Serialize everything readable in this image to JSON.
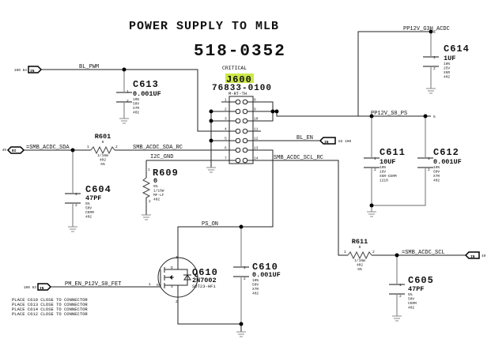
{
  "title": "POWER SUPPLY TO MLB",
  "part_number": "518-0352",
  "connector": {
    "critical": "CRITICAL",
    "ref": "J600",
    "part": "76833-0100",
    "type": "M-RT-TH",
    "pins_left": [
      "1",
      "2",
      "3",
      "4",
      "5",
      "6",
      "7"
    ],
    "pins_right": [
      "8",
      "9",
      "10",
      "11",
      "12",
      "13",
      "14"
    ],
    "highlight_color": "#cde84a"
  },
  "nets": {
    "bl_pwm": "BL_PWM",
    "bl_en": "BL_EN",
    "smb_sda": "=SMB_ACDC_SDA",
    "smb_sda_rc": "SMB_ACDC_SDA_RC",
    "i2c_gnd": "I2C_GND",
    "smb_scl_rc": "SMB_ACDC_SCL_RC",
    "smb_scl": "=SMB_ACDC_SCL",
    "pp12v_g3h": "PP12V_G3H_ACDC",
    "pp12v_s0": "PP12V_S0_PS",
    "ps_on": "PS_ON",
    "pm_en": "PM_EN_P12V_S0_FET"
  },
  "ports": {
    "bl_pwm": {
      "label": "IN",
      "ref": "100 84"
    },
    "bl_en": {
      "label": "IN",
      "ref": "82 100"
    },
    "smb_sda": {
      "label": "BI",
      "ref": "49"
    },
    "smb_scl": {
      "label": "IN",
      "ref": "49"
    },
    "pm_en": {
      "label": "IN",
      "ref": "100 63"
    },
    "pp12v_g3h_ref": "6",
    "pp12v_s0_ref": "6"
  },
  "components": {
    "C613": {
      "ref": "C613",
      "value": "0.001UF",
      "specs": [
        "10%",
        "50V",
        "X7R",
        "402"
      ]
    },
    "C614": {
      "ref": "C614",
      "value": "1UF",
      "specs": [
        "10%",
        "25V",
        "X5R",
        "402"
      ]
    },
    "C611": {
      "ref": "C611",
      "value": "10UF",
      "specs": [
        "10%",
        "16V",
        "X5R-CERM",
        "1210"
      ]
    },
    "C612": {
      "ref": "C612",
      "value": "0.001UF",
      "specs": [
        "10%",
        "50V",
        "X7R",
        "402"
      ]
    },
    "C604": {
      "ref": "C604",
      "value": "47PF",
      "specs": [
        "5%",
        "50V",
        "CERM",
        "402"
      ]
    },
    "C605": {
      "ref": "C605",
      "value": "47PF",
      "specs": [
        "5%",
        "50V",
        "CERM",
        "402"
      ]
    },
    "C610": {
      "ref": "C610",
      "value": "0.001UF",
      "specs": [
        "10%",
        "50V",
        "X7R",
        "402"
      ]
    },
    "R601": {
      "ref": "R601",
      "value": "0",
      "specs": [
        "1/16W",
        "402",
        "5%"
      ]
    },
    "R611": {
      "ref": "R611",
      "value": "0",
      "specs": [
        "1/16W",
        "402",
        "5%"
      ]
    },
    "R609": {
      "ref": "R609",
      "value": "0",
      "specs": [
        "5%",
        "1/16W",
        "MF-LF",
        "402"
      ]
    },
    "Q610": {
      "ref": "Q610",
      "value": "2N7002",
      "package": "SOT23-HF1",
      "pins": {
        "g": "G",
        "d": "D",
        "s": "S"
      }
    }
  },
  "pin_nums": {
    "one": "1",
    "two": "2",
    "three": "3"
  },
  "notes": [
    "PLACE C610 CLOSE TO CONNECTOR",
    "PLACE C613 CLOSE TO CONNECTOR",
    "PLACE C614 CLOSE TO CONNECTOR",
    "PLACE C612 CLOSE TO CONNECTOR"
  ]
}
